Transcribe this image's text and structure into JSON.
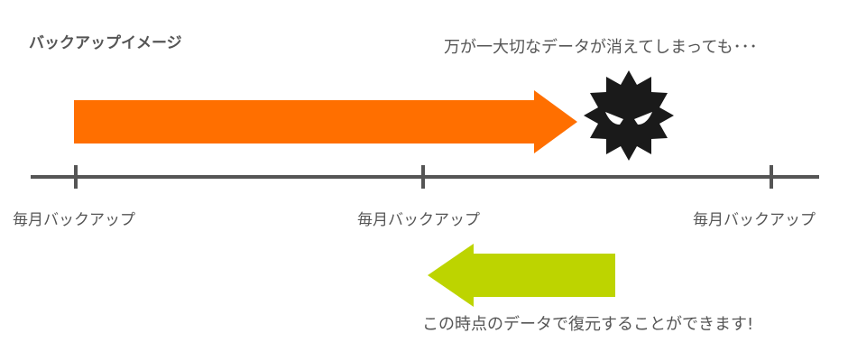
{
  "title": "バックアップイメージ",
  "warning_text": "万が一大切なデータが消えてしまっても･･･",
  "timeline": {
    "labels": [
      "毎月バックアップ",
      "毎月バックアップ",
      "毎月バックアップ"
    ]
  },
  "restore_text": "この時点のデータで復元することができます!",
  "icons": {
    "virus": "virus-icon",
    "forward_arrow": "orange-forward-arrow",
    "back_arrow": "green-back-arrow"
  },
  "colors": {
    "forward_arrow": "#FF6F00",
    "back_arrow": "#BDD400",
    "timeline": "#555555",
    "virus": "#1A1A1A",
    "text": "#555555"
  }
}
